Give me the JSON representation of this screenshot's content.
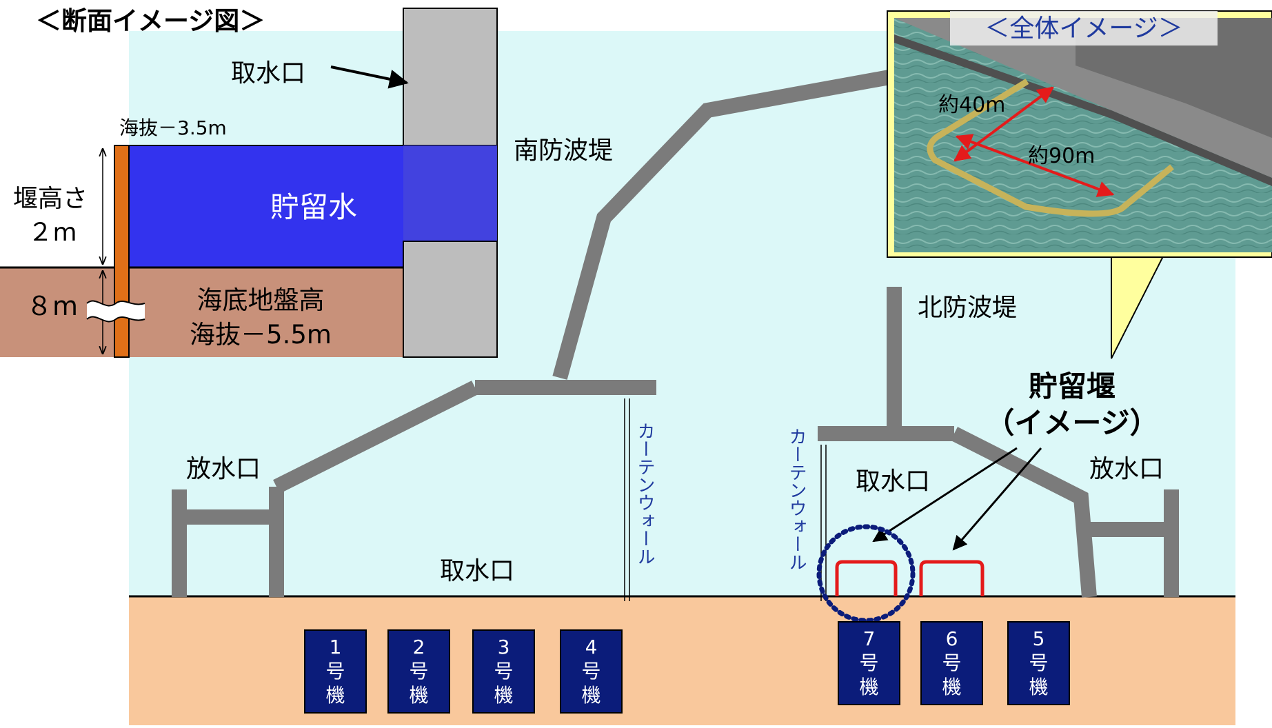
{
  "cross_section": {
    "title": "＜断面イメージ図＞",
    "intake_label": "取水口",
    "sea_level_label": "海抜－3.5m",
    "weir_height_label_1": "堰高さ",
    "weir_height_label_2": "２m",
    "stored_water_label": "貯留水",
    "seabed_depth_label": "８m",
    "seabed_label_1": "海底地盤高",
    "seabed_label_2": "海抜－5.5m"
  },
  "plan": {
    "south_breakwater": "南防波堤",
    "north_breakwater": "北防波堤",
    "outlet_left": "放水口",
    "outlet_right": "放水口",
    "intake_left": "取水口",
    "intake_right": "取水口",
    "curtain_wall_left": "カーテンウォール",
    "curtain_wall_right": "カーテンウォール",
    "weir_label_1": "貯留堰",
    "weir_label_2": "（イメージ）",
    "units": [
      {
        "number": "1",
        "chars": [
          "1",
          "号",
          "機"
        ]
      },
      {
        "number": "2",
        "chars": [
          "2",
          "号",
          "機"
        ]
      },
      {
        "number": "3",
        "chars": [
          "3",
          "号",
          "機"
        ]
      },
      {
        "number": "4",
        "chars": [
          "4",
          "号",
          "機"
        ]
      },
      {
        "number": "7",
        "chars": [
          "7",
          "号",
          "機"
        ]
      },
      {
        "number": "6",
        "chars": [
          "6",
          "号",
          "機"
        ]
      },
      {
        "number": "5",
        "chars": [
          "5",
          "号",
          "機"
        ]
      }
    ]
  },
  "overview": {
    "title": "＜全体イメージ＞",
    "width_label": "約40m",
    "length_label": "約90m"
  },
  "colors": {
    "sea": "#dcf8f8",
    "land": "#f9c89c",
    "breakwater": "#7b7b7b",
    "stored_water": "#3333ee",
    "seabed": "#c8917a",
    "weir_pile": "#e07018",
    "concrete": "#bdbdbd",
    "unit_box": "#0b1c7a",
    "weir_red": "#e41b1b",
    "callout": "#ffff9e",
    "circle": "#0b1c7a"
  }
}
